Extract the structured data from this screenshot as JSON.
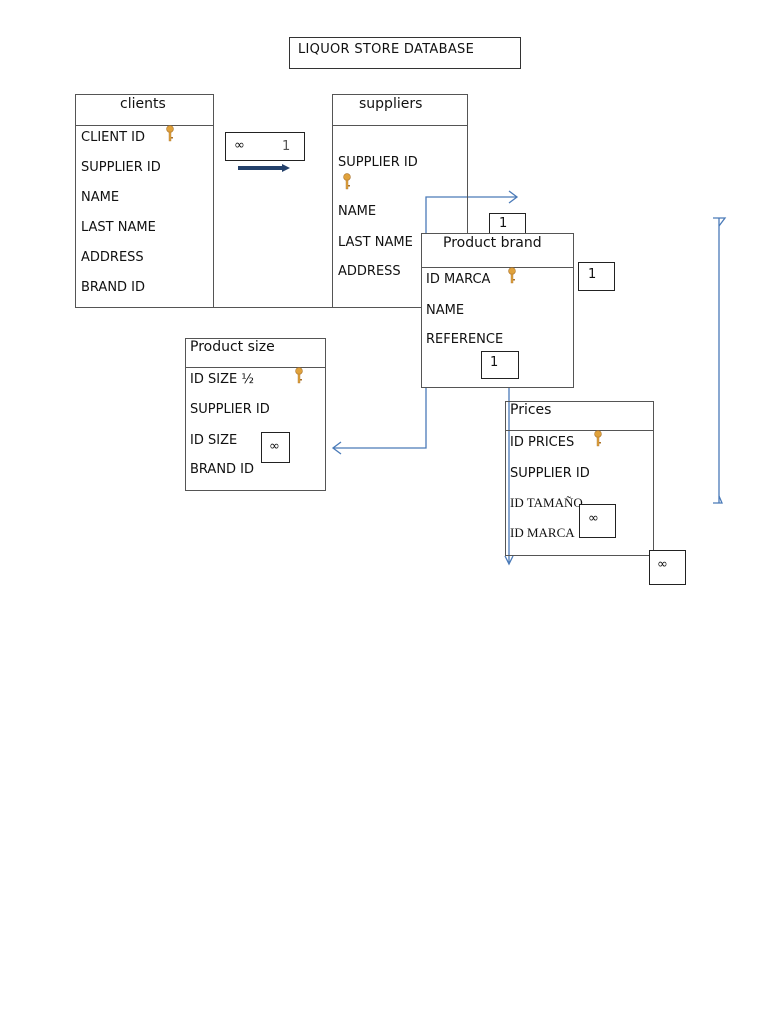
{
  "diagram_title": "LIQUOR  STORE  DATABASE",
  "tables": {
    "clients": {
      "title": "clients",
      "fields": [
        "CLIENT  ID",
        "SUPPLIER ID",
        "NAME",
        "LAST NAME",
        "ADDRESS",
        "BRAND ID"
      ]
    },
    "suppliers": {
      "title": "suppliers",
      "fields": [
        "SUPPLIER ID",
        "NAME",
        "LAST NAME",
        "ADDRESS"
      ]
    },
    "product_brand": {
      "title": "Product  brand",
      "fields": [
        "ID  MARCA",
        "NAME",
        "REFERENCE"
      ]
    },
    "product_size": {
      "title": "Product size",
      "fields": [
        "ID  SIZE  ½",
        "SUPPLIER ID",
        "ID SIZE",
        "BRAND  ID"
      ]
    },
    "prices": {
      "title": "Prices",
      "fields": [
        "ID PRICES",
        "SUPPLIER ID",
        "ID TAMAÑO",
        "ID  MARCA"
      ]
    }
  },
  "cardinality": {
    "clients_suppliers_many": "∞",
    "clients_suppliers_one": "1",
    "brand_top": "1",
    "brand_right": "1",
    "brand_reference": "1",
    "size_id": "∞",
    "prices_tamano": "∞",
    "prices_bottom": "∞"
  },
  "icons": {
    "primary_key": "key-icon",
    "relation_arrow": "arrow-icon"
  },
  "colors": {
    "line_blue": "#4a7ab8",
    "arrow_navy": "#24416b",
    "key_gold": "#e0a23c"
  }
}
